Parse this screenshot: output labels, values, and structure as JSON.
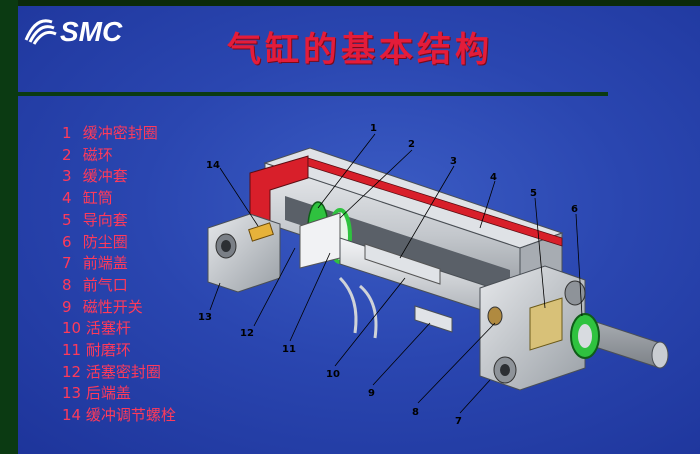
{
  "logo": {
    "text": "SMC"
  },
  "title": "气缸的基本结构",
  "legend": [
    {
      "num": "1",
      "label": "缓冲密封圈"
    },
    {
      "num": "2",
      "label": "磁环"
    },
    {
      "num": "3",
      "label": "缓冲套"
    },
    {
      "num": "4",
      "label": "缸筒"
    },
    {
      "num": "5",
      "label": "导向套"
    },
    {
      "num": "6",
      "label": "防尘圈"
    },
    {
      "num": "7",
      "label": "前端盖"
    },
    {
      "num": "8",
      "label": "前气口"
    },
    {
      "num": "9",
      "label": "磁性开关"
    },
    {
      "num": "10",
      "label": "活塞杆"
    },
    {
      "num": "11",
      "label": "耐磨环"
    },
    {
      "num": "12",
      "label": "活塞密封圈"
    },
    {
      "num": "13",
      "label": "后端盖"
    },
    {
      "num": "14",
      "label": "缓冲调节螺栓"
    }
  ],
  "callouts": [
    "1",
    "2",
    "3",
    "4",
    "5",
    "6",
    "7",
    "8",
    "9",
    "10",
    "11",
    "12",
    "13",
    "14"
  ],
  "colors": {
    "title": "#e41c3a",
    "legend_text": "#ff3a5a",
    "cut_red": "#d81f2a",
    "seal_green": "#2fc23f",
    "metal": "#c9cdd2"
  }
}
